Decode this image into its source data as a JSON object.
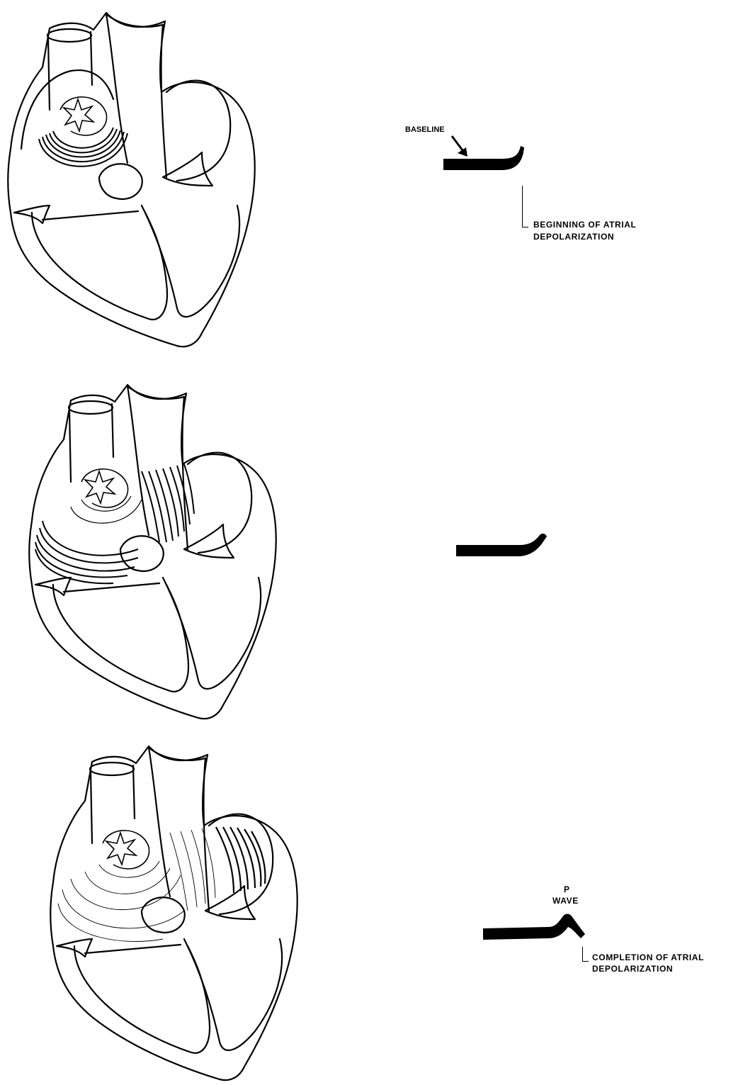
{
  "panels": [
    {
      "id": "beginning",
      "labels": {
        "baseline": "BASELINE",
        "event_line1": "BEGINNING OF ATRIAL",
        "event_line2": "DEPOLARIZATION"
      }
    },
    {
      "id": "spreading",
      "labels": {}
    },
    {
      "id": "completion",
      "labels": {
        "wave_line1": "P",
        "wave_line2": "WAVE",
        "event_line1": "COMPLETION OF ATRIAL",
        "event_line2": "DEPOLARIZATION"
      }
    }
  ],
  "colors": {
    "ink": "#000000",
    "paper": "#ffffff"
  }
}
